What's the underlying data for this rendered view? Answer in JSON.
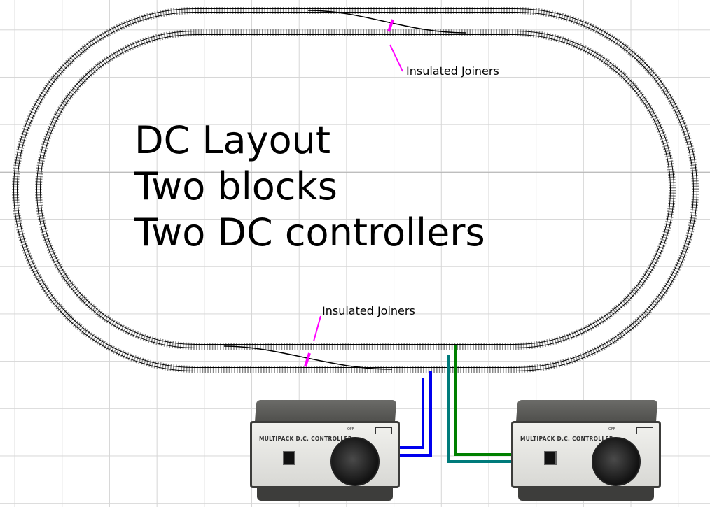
{
  "title_lines": [
    "DC Layout",
    "Two blocks",
    "Two DC controllers"
  ],
  "annotations": {
    "top_joiners": "Insulated Joiners",
    "bottom_joiners": "Insulated Joiners"
  },
  "controllers": [
    {
      "name": "MULTIPACK D.C. CONTROLLER",
      "off_label": "OFF"
    },
    {
      "name": "MULTIPACK D.C. CONTROLLER",
      "off_label": "OFF"
    }
  ],
  "colors": {
    "joiner": "#ff00ff",
    "wire_block1": "#0000ee",
    "wire_block2_green": "#008000",
    "wire_block2_teal": "#007b7b",
    "rail": "#000000",
    "tie": "#8a8a8a"
  }
}
